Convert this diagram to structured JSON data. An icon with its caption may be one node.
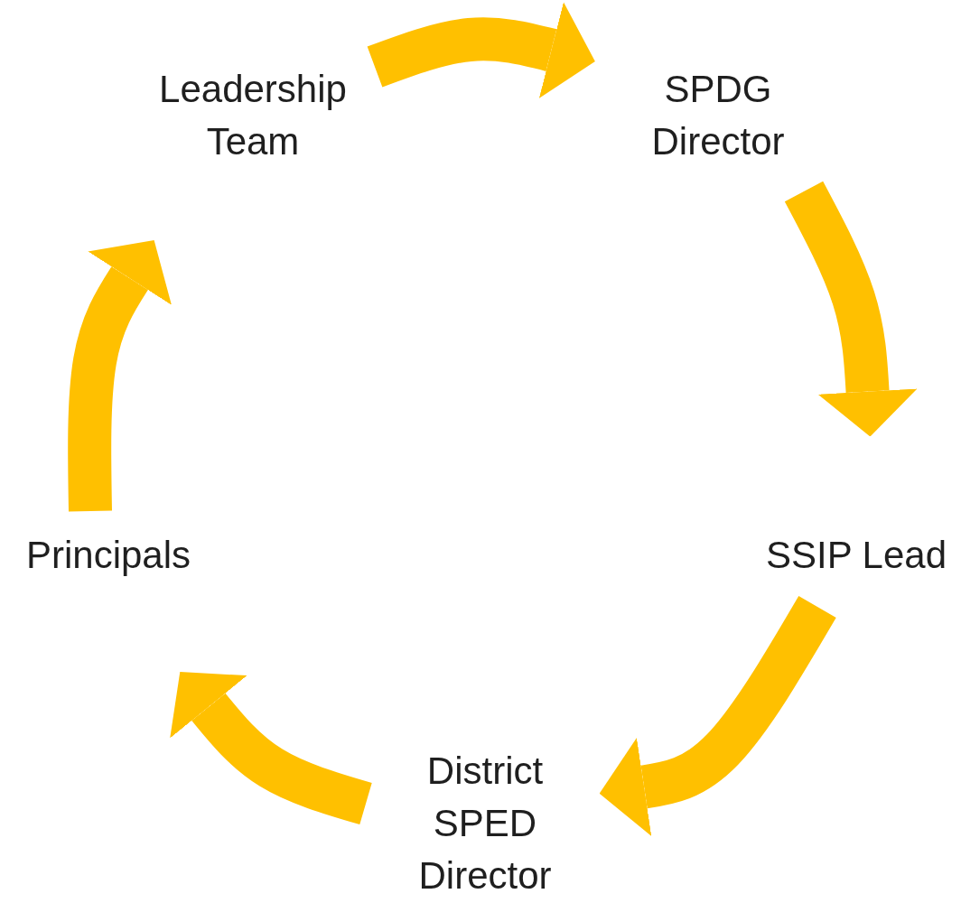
{
  "diagram": {
    "nodes": [
      {
        "text": [
          "Leadership Team"
        ]
      },
      {
        "text": [
          "SPDG Director"
        ]
      },
      {
        "text": [
          "SSIP Lead"
        ]
      },
      {
        "text": [
          "District SPED Director"
        ]
      },
      {
        "text": [
          "Principals"
        ]
      }
    ],
    "edges": [
      {
        "from": 0,
        "to": 1,
        "arrow": "to"
      },
      {
        "from": 1,
        "to": 2,
        "arrow": "to"
      },
      {
        "from": 2,
        "to": 3,
        "arrow": "to"
      },
      {
        "from": 3,
        "to": 4,
        "arrow": "to"
      },
      {
        "from": 4,
        "to": 0,
        "arrow": "to"
      }
    ]
  }
}
